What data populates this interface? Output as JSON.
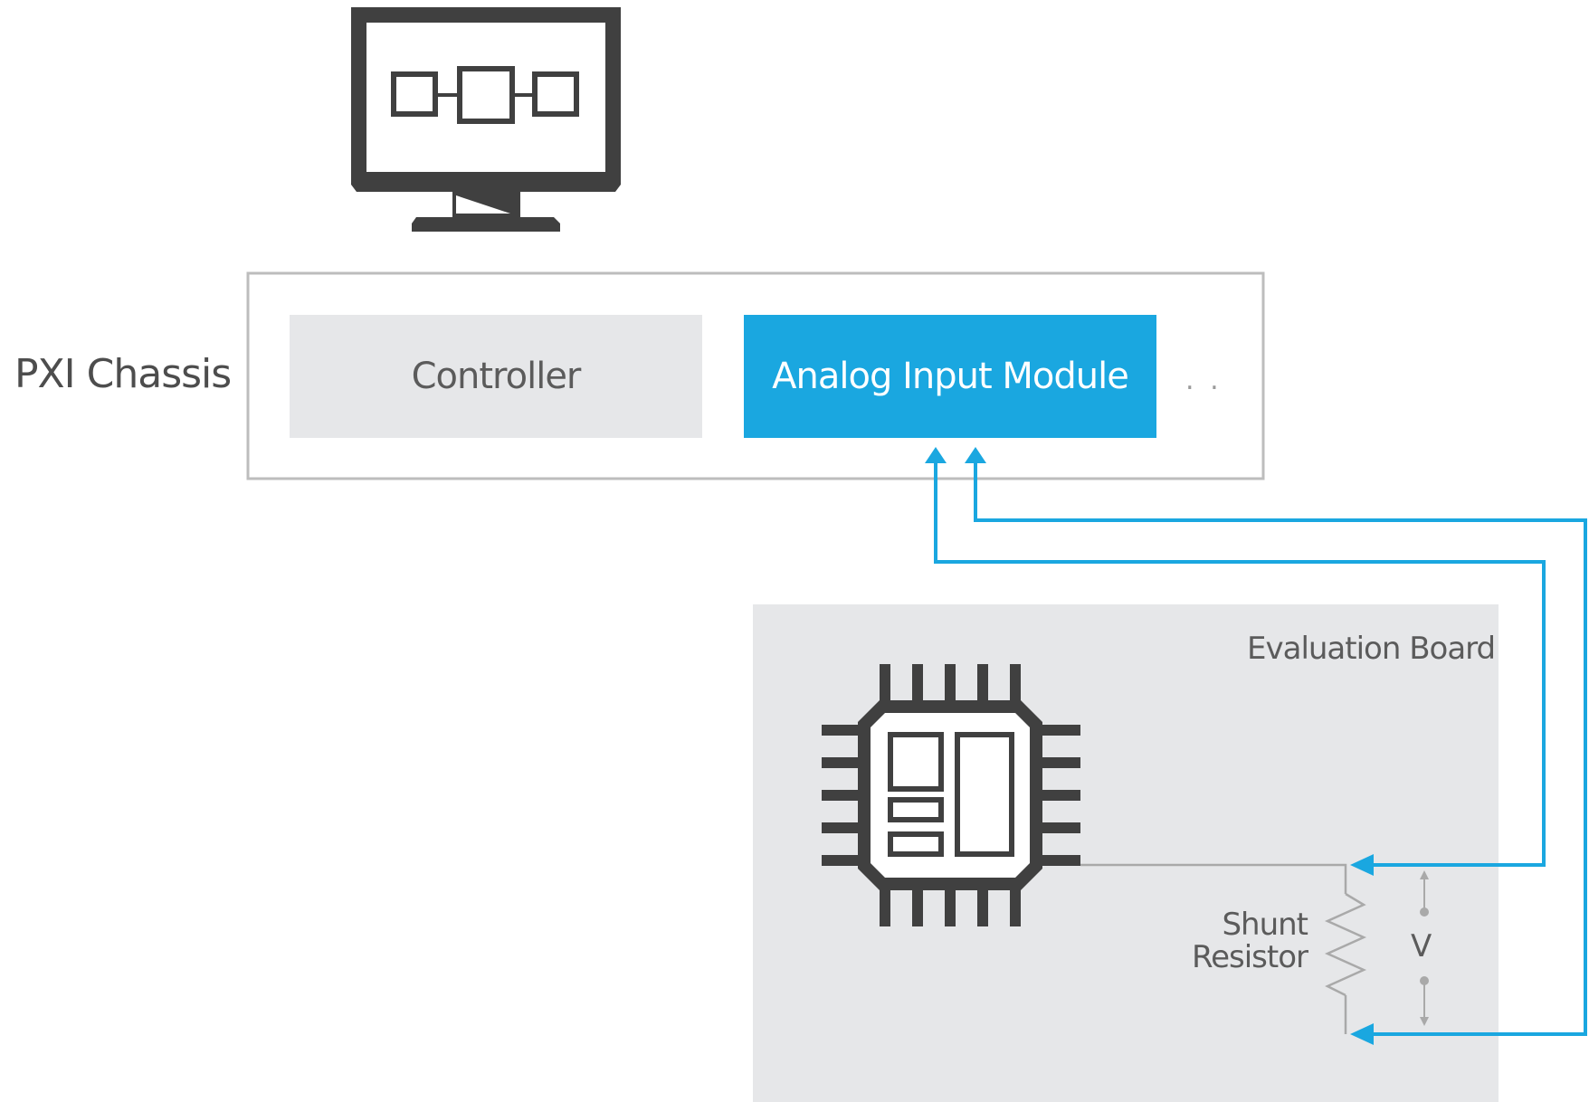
{
  "chassis": {
    "label": "PXI Chassis"
  },
  "modules": {
    "controller": "Controller",
    "analog_input": "Analog Input Module",
    "more": ". ."
  },
  "board": {
    "label": "Evaluation Board",
    "shunt_label": "Shunt Resistor",
    "voltage_label": "V"
  },
  "colors": {
    "accent": "#1aa7e0",
    "icon": "#404040",
    "panel": "#e6e7e9",
    "outline": "#bdbdbd",
    "wire": "#a9a9a9"
  },
  "icons": [
    "monitor-icon",
    "chip-icon",
    "resistor-icon"
  ]
}
